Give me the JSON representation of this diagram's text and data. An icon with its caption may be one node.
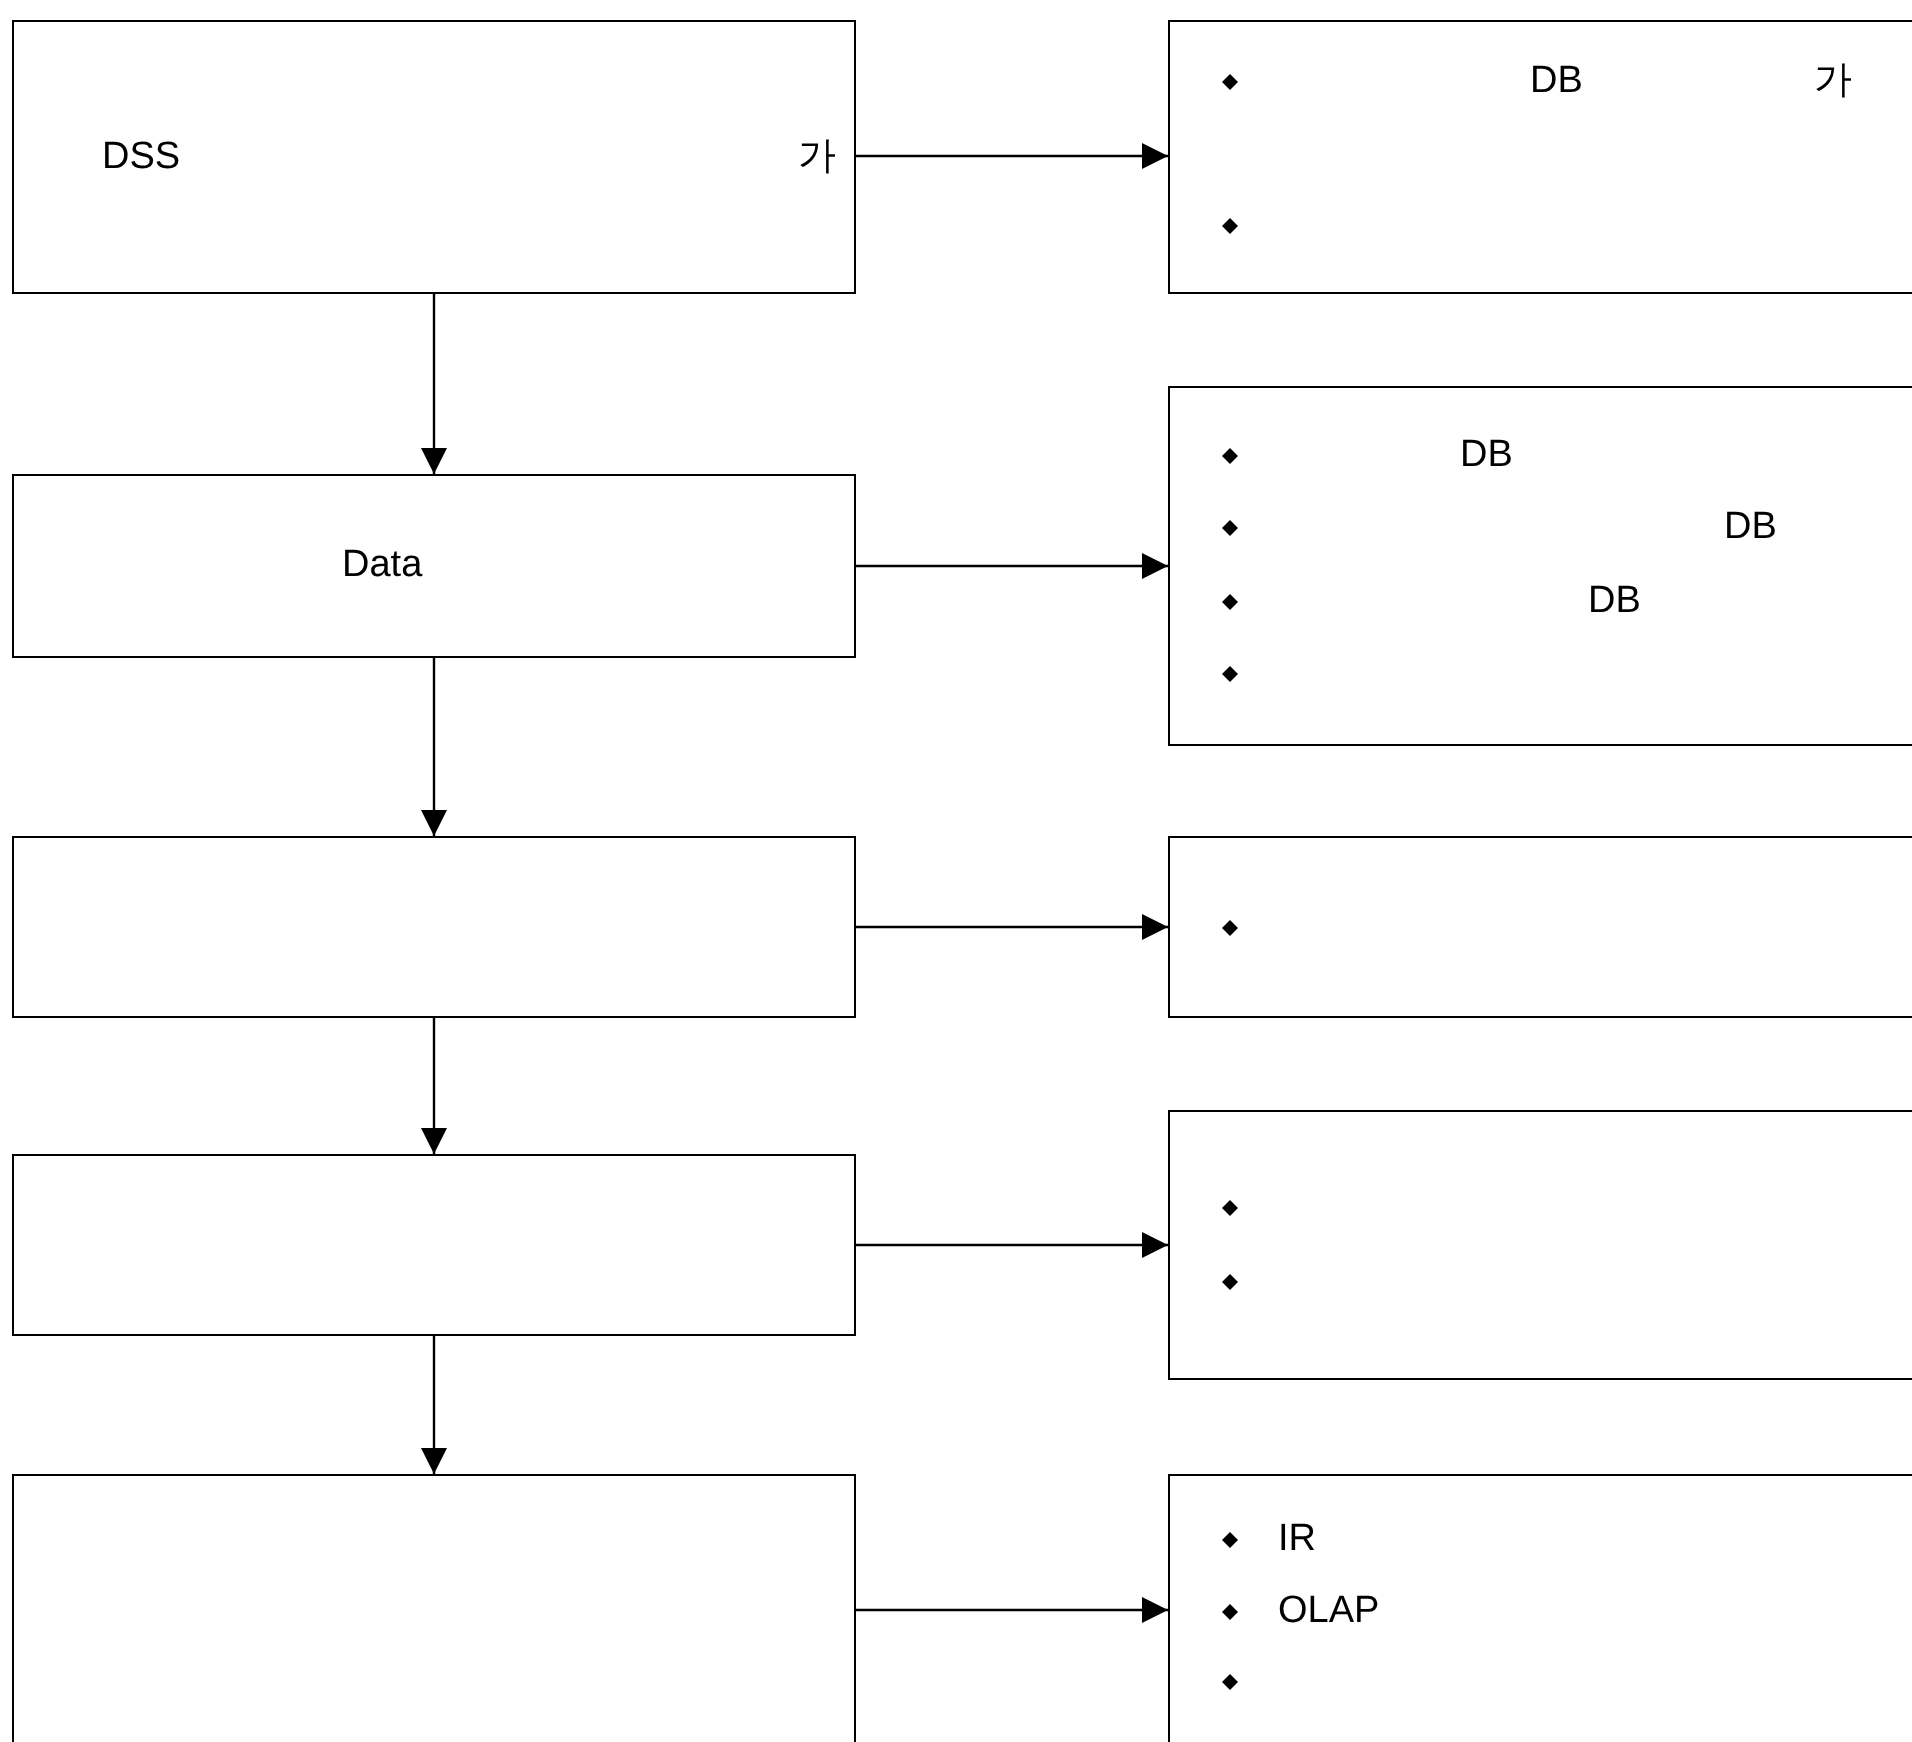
{
  "diagram": {
    "nodes": [
      {
        "text": [
          "DSS",
          "가"
        ]
      },
      {
        "text": [
          "DB",
          "가"
        ]
      },
      {
        "text": [
          "Data"
        ]
      },
      {
        "text": [
          "DB",
          "DB",
          "DB"
        ]
      },
      {
        "text": [],
        "shape": "box"
      },
      {
        "text": [],
        "shape": "box"
      },
      {
        "text": [],
        "shape": "box"
      },
      {
        "text": [],
        "shape": "box"
      },
      {
        "text": [],
        "shape": "box"
      },
      {
        "text": [
          "IR",
          "OLAP"
        ]
      }
    ],
    "edges": [
      {
        "from": 0,
        "to": 1,
        "arrow": "to"
      },
      {
        "from": 0,
        "to": 2,
        "arrow": "to"
      },
      {
        "from": 2,
        "to": 3,
        "arrow": "to"
      },
      {
        "from": 2,
        "to": 4,
        "arrow": "to"
      },
      {
        "from": 4,
        "to": 5,
        "arrow": "to"
      },
      {
        "from": 4,
        "to": 6,
        "arrow": "to"
      },
      {
        "from": 6,
        "to": 7,
        "arrow": "to"
      },
      {
        "from": 6,
        "to": 8,
        "arrow": "to"
      },
      {
        "from": 8,
        "to": 9,
        "arrow": "to"
      }
    ]
  }
}
